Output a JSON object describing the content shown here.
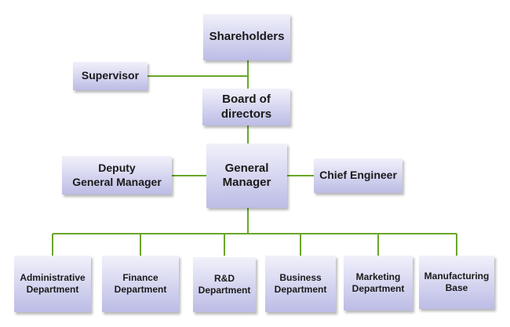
{
  "chart": {
    "line_color": "#6aa62a",
    "box_fill_top": "#f1f1fb",
    "box_fill_bottom": "#bcbce6"
  },
  "nodes": {
    "shareholders": "Shareholders",
    "supervisor": "Supervisor",
    "board": "Board of\ndirectors",
    "gm": "General\nManager",
    "deputy": "Deputy\nGeneral Manager",
    "chief": "Chief Engineer",
    "departments": [
      "Administrative\nDepartment",
      "Finance\nDepartment",
      "R&D\nDepartment",
      "Business\nDepartment",
      "Marketing\nDepartment",
      "Manufacturing\nBase"
    ]
  }
}
